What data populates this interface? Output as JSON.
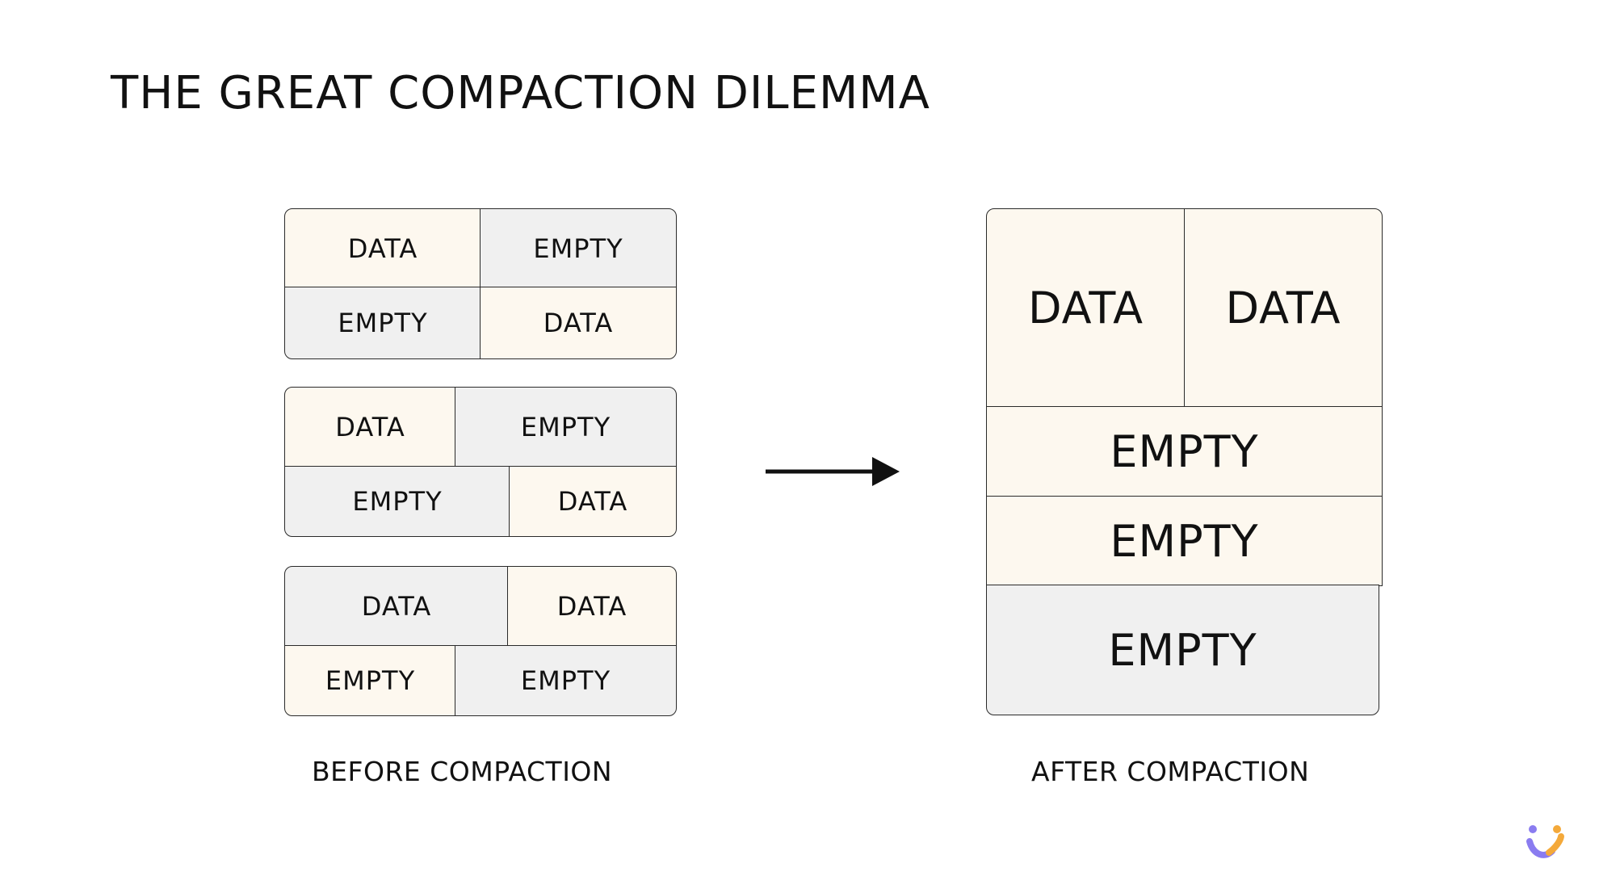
{
  "title": "THE GREAT COMPACTION DILEMMA",
  "before": {
    "caption": "BEFORE COMPACTION",
    "groups": [
      [
        {
          "label": "DATA",
          "kind": "data"
        },
        {
          "label": "EMPTY",
          "kind": "empty"
        },
        {
          "label": "EMPTY",
          "kind": "empty"
        },
        {
          "label": "DATA",
          "kind": "data"
        }
      ],
      [
        {
          "label": "DATA",
          "kind": "data"
        },
        {
          "label": "EMPTY",
          "kind": "empty"
        },
        {
          "label": "EMPTY",
          "kind": "empty"
        },
        {
          "label": "DATA",
          "kind": "data"
        }
      ],
      [
        {
          "label": "DATA",
          "kind": "empty"
        },
        {
          "label": "DATA",
          "kind": "data"
        },
        {
          "label": "EMPTY",
          "kind": "data"
        },
        {
          "label": "EMPTY",
          "kind": "empty"
        }
      ]
    ]
  },
  "after": {
    "caption": "AFTER COMPACTION",
    "blocks": [
      {
        "label": "DATA",
        "kind": "data"
      },
      {
        "label": "DATA",
        "kind": "data"
      },
      {
        "label": "EMPTY",
        "kind": "data"
      },
      {
        "label": "EMPTY",
        "kind": "data"
      },
      {
        "label": "EMPTY",
        "kind": "empty"
      }
    ]
  },
  "arrow_icon": "arrow-right-icon",
  "logo_icon": "brand-logo-icon",
  "colors": {
    "data_fill": "#fdf8ef",
    "empty_fill": "#f0f0f0",
    "stroke": "#2a2a2a",
    "logo_purple": "#8a7cf0",
    "logo_orange": "#f4a93a"
  }
}
